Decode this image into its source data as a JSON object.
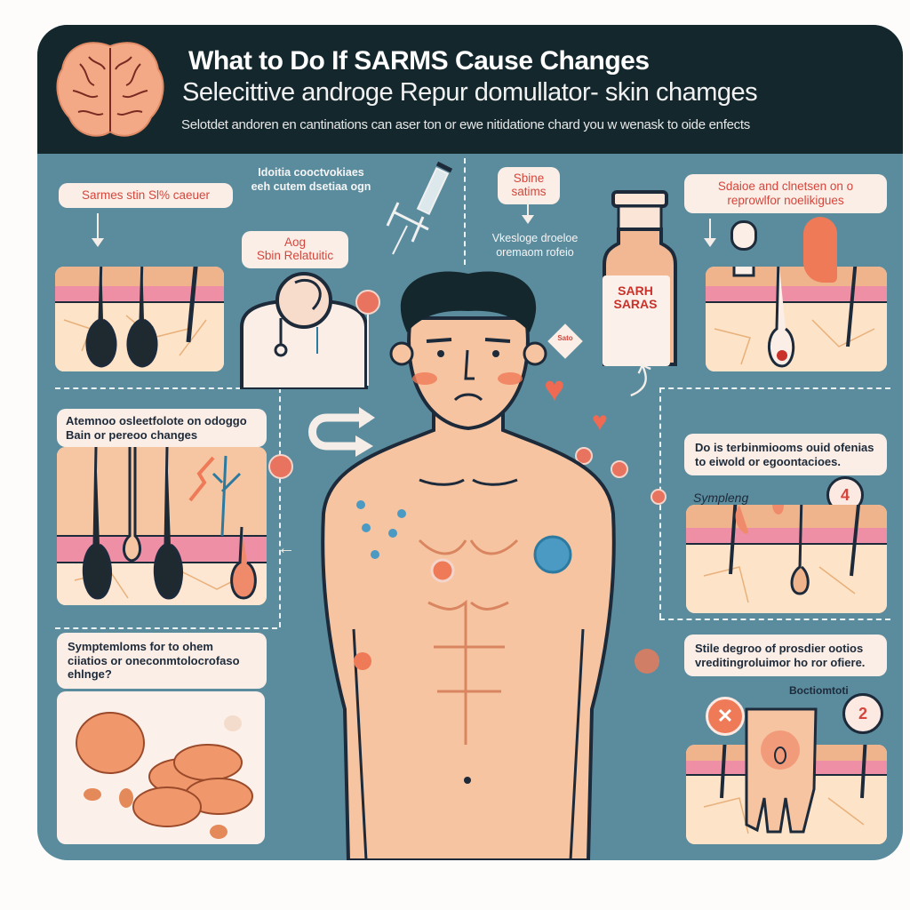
{
  "header": {
    "title": "What to Do If SARMS Cause Changes",
    "subtitle": "Selecittive androge Repur domullator- skin chamges",
    "description": "Selotdet andoren en cantinations can aser ton or ewe nitidatione chard you w wenask to oide enfects",
    "icon": "brain-icon"
  },
  "labels": {
    "top_left": "Sarmes stin  Sl% caeuer",
    "skin_relations_top": "Aog",
    "skin_relations_bottom": "Sbin Relatuitic",
    "white_note_line1": "Idoitia cooctvokiaes",
    "white_note_line2": "eeh cutem dsetiaa ogn",
    "skin_settings_line1": "Sbine",
    "skin_settings_line2": "satims",
    "vial_note_line1": "Vkesloge droeloe",
    "vial_note_line2": "oremaom rofeio",
    "top_right_line1": "Sdaioe and clnetsen on o",
    "top_right_line2": "reprowlfor noelikigues",
    "mid_left": "Atemnoo osleetfolote on odoggo Bain or  pereoo changes",
    "mid_right": "Do is terbinmiooms ouid ofenias to eiwold or egoontacioes.",
    "symptoms": "Sympleng",
    "badge_four": "4",
    "bottom_left": "Symptemloms for to ohem ciiatios or oneconmtolocrofaso ehlnge?",
    "bottom_right": "Stile degroo of prosdier ootios vreditingroluimor ho ror ofiere.",
    "bottom_right_caption": "Boctiomtoti",
    "badge_two": "2",
    "badge_x": "✕"
  },
  "vial": {
    "label_line1": "SARH",
    "label_line2": "SARAS",
    "diamond_text": "Sato"
  },
  "colors": {
    "panel_bg": "#5b8c9e",
    "header_bg": "#13272c",
    "accent_red": "#d4463c",
    "skin": "#f6c3a0",
    "label_bg": "#fbeee6"
  }
}
